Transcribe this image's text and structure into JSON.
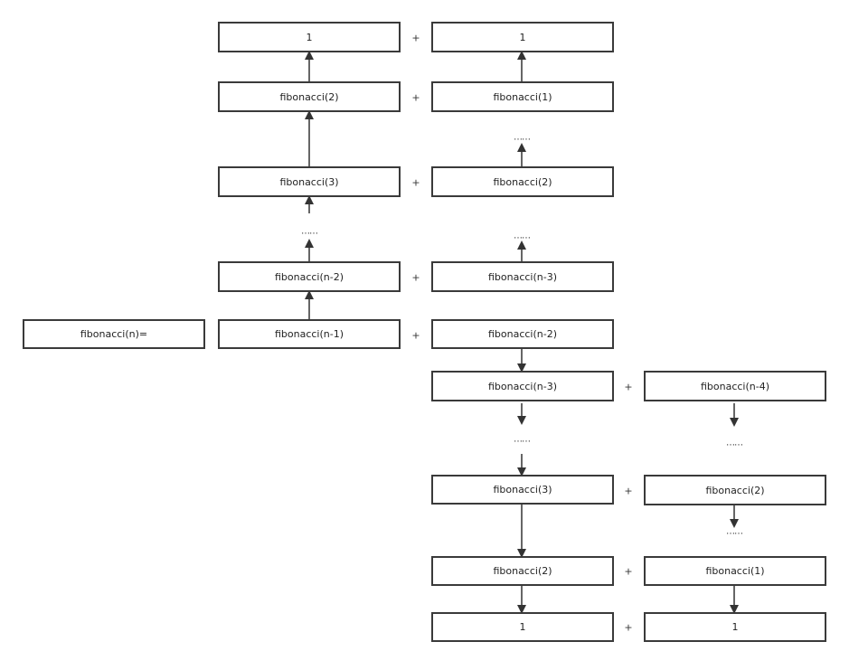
{
  "root": {
    "label": "fibonacci(n)="
  },
  "nodes": {
    "a1": "1",
    "a2": "fibonacci(2)",
    "a3": "fibonacci(3)",
    "a4": "fibonacci(n-2)",
    "a5": "fibonacci(n-1)",
    "b1": "1",
    "b2": "fibonacci(1)",
    "b3": "fibonacci(2)",
    "b4": "fibonacci(n-3)",
    "b5": "fibonacci(n-2)",
    "b6": "fibonacci(n-3)",
    "b7": "fibonacci(3)",
    "b8": "fibonacci(2)",
    "b9": "1",
    "c1": "fibonacci(n-4)",
    "c2": "fibonacci(2)",
    "c3": "fibonacci(1)",
    "c4": "1"
  },
  "operator": "+",
  "ellipsis": "……",
  "edges": [
    {
      "from": "a2",
      "to": "a1"
    },
    {
      "from": "a3",
      "to": "a2"
    },
    {
      "from": "a5",
      "to": "a4"
    },
    {
      "from": "b2",
      "to": "b1"
    },
    {
      "from": "b5",
      "to": "b6"
    },
    {
      "from": "b7",
      "to": "b8"
    },
    {
      "from": "b8",
      "to": "b9"
    },
    {
      "from": "c3",
      "to": "c4"
    }
  ]
}
